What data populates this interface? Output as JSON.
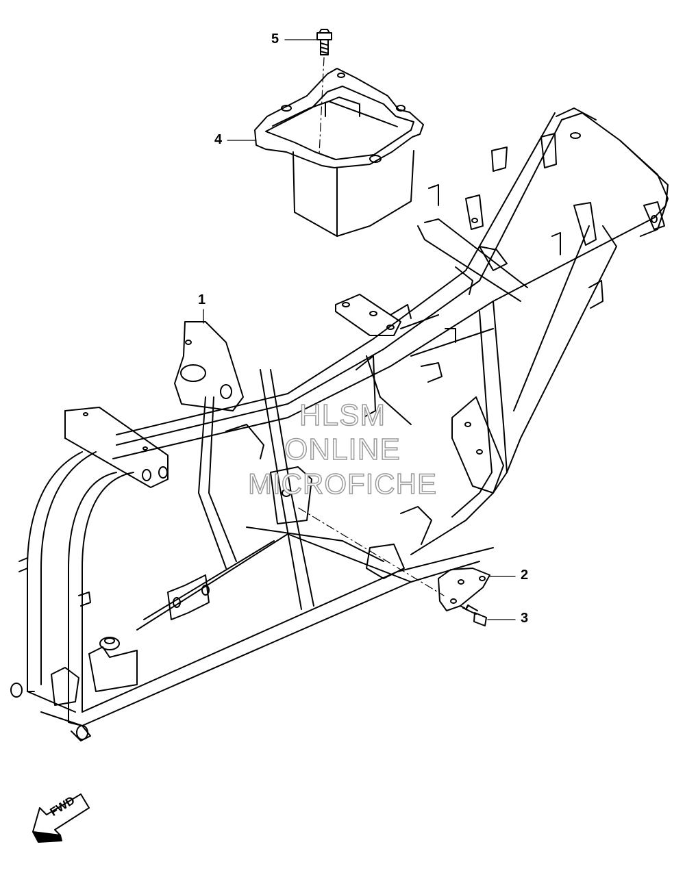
{
  "diagram": {
    "callouts": [
      {
        "id": "1",
        "label": "1"
      },
      {
        "id": "2",
        "label": "2"
      },
      {
        "id": "3",
        "label": "3"
      },
      {
        "id": "4",
        "label": "4"
      },
      {
        "id": "5",
        "label": "5"
      }
    ],
    "watermark": {
      "line1": "HLSM",
      "line2": "ONLINE",
      "line3": "MICROFICHE",
      "color": "#9a9a9a"
    },
    "direction_arrow": {
      "label": "FWD"
    },
    "line_color": "#000000",
    "background": "#ffffff"
  }
}
